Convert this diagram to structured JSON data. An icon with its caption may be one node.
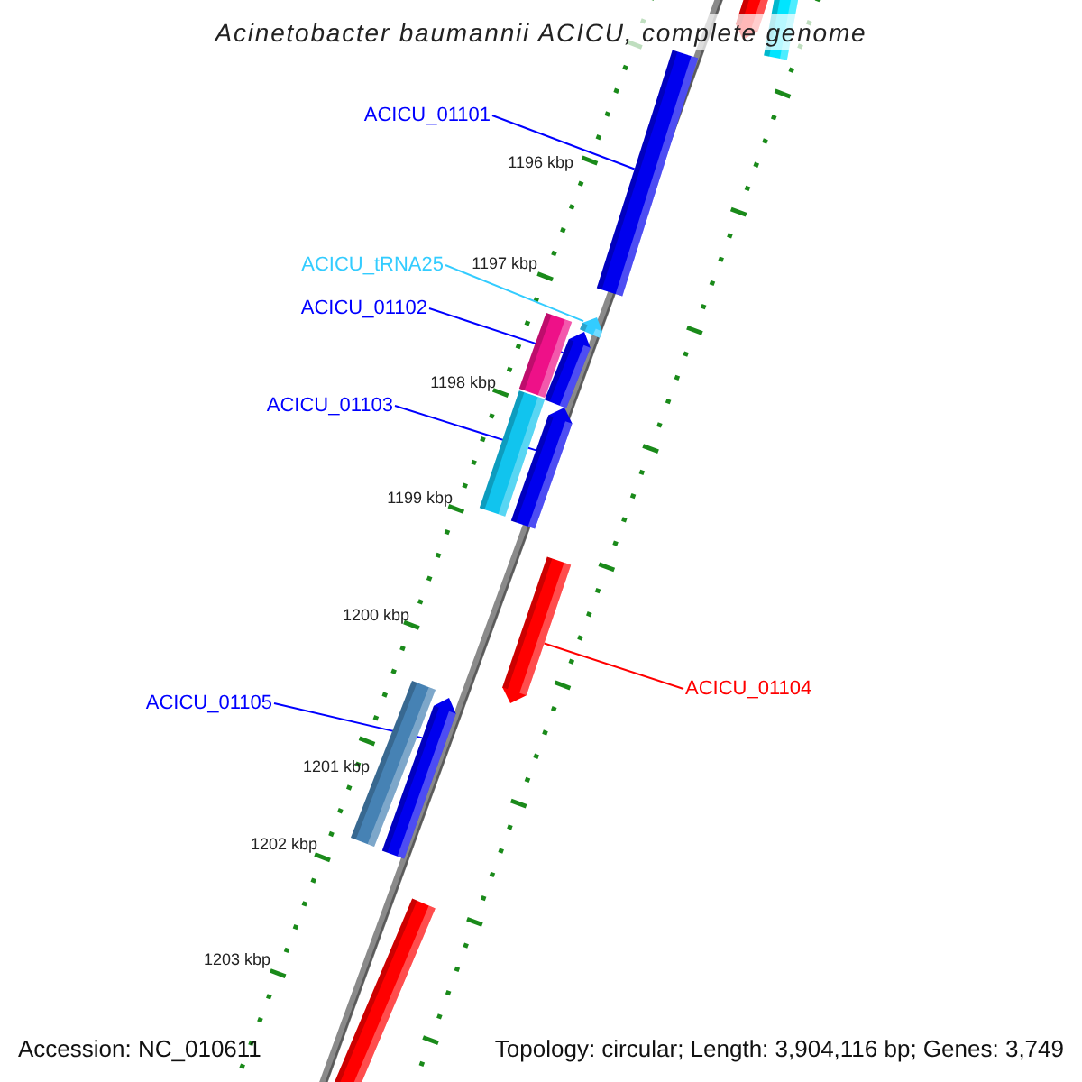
{
  "diagram": {
    "title": "Acinetobacter baumannii ACICU, complete genome",
    "nodes": [
      {
        "text": [
          "ACICU_01101"
        ]
      },
      {
        "text": [],
        "shape": "bar"
      },
      {
        "text": [],
        "shape": "bar"
      },
      {
        "text": [],
        "shape": "bar"
      },
      {
        "text": [
          "ACICU_tRNA25"
        ]
      },
      {
        "text": [
          "ACICU_01102"
        ]
      },
      {
        "text": [],
        "shape": "bar"
      },
      {
        "text": [],
        "shape": "bar"
      },
      {
        "text": [],
        "shape": "bar"
      },
      {
        "text": [
          "ACICU_01103"
        ]
      },
      {
        "text": [],
        "shape": "bar"
      },
      {
        "text": [],
        "shape": "bar"
      },
      {
        "text": [],
        "shape": "bar"
      },
      {
        "text": [
          "ACICU_01104"
        ]
      },
      {
        "text": [
          "ACICU_01105"
        ]
      },
      {
        "text": [],
        "shape": "bar"
      },
      {
        "text": [],
        "shape": "bar"
      },
      {
        "text": [],
        "shape": "bar"
      }
    ],
    "edges": [
      {
        "from": 0,
        "to": 3,
        "arrow": "none"
      },
      {
        "from": 4,
        "to": 7,
        "arrow": "none",
        "color": "#33ccff"
      },
      {
        "from": 5,
        "to": 8,
        "arrow": "none"
      },
      {
        "from": 9,
        "to": 11,
        "arrow": "none"
      },
      {
        "from": 13,
        "to": 12,
        "arrow": "none",
        "color": "#ff0000"
      },
      {
        "from": 14,
        "to": 16,
        "arrow": "none"
      }
    ],
    "labels": [
      "1196 kbp",
      "1197 kbp",
      "1198 kbp",
      "1199 kbp",
      "1200 kbp",
      "1201 kbp",
      "1202 kbp",
      "1203 kbp",
      "Accession: NC_010611",
      "Topology: circular; Length: 3,904,116 bp; Genes: 3,749"
    ]
  }
}
